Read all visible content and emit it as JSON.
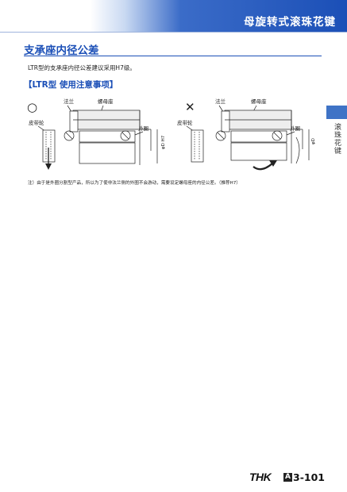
{
  "header": {
    "title": "母旋转式滚珠花键"
  },
  "section": {
    "title": "支承座内径公差",
    "body": "LTR型的支承座内径公差建议采用H7级。"
  },
  "subsection": {
    "title": "【LTR型 使用注意事项】"
  },
  "diagrams": [
    {
      "mark": "○",
      "labels": {
        "flange": "法兰",
        "nut_seat": "螺母座",
        "pulley": "皮带轮",
        "outer_ring": "外圈",
        "bore": "φD H7"
      }
    },
    {
      "mark": "✕",
      "labels": {
        "flange": "法兰",
        "nut_seat": "螺母座",
        "pulley": "皮带轮",
        "outer_ring": "外圈",
        "bore": "φD"
      }
    }
  ],
  "note": "注）由于是外圈分割型产品，所以为了使非法兰侧的外圈不会游动，需要设定螺母座的内径公差。（推荐H7）",
  "side_tab": {
    "label": "滚珠花键",
    "color": "#3f73c6"
  },
  "footer": {
    "logo": "THK",
    "badge": "A",
    "page": "3-101"
  }
}
